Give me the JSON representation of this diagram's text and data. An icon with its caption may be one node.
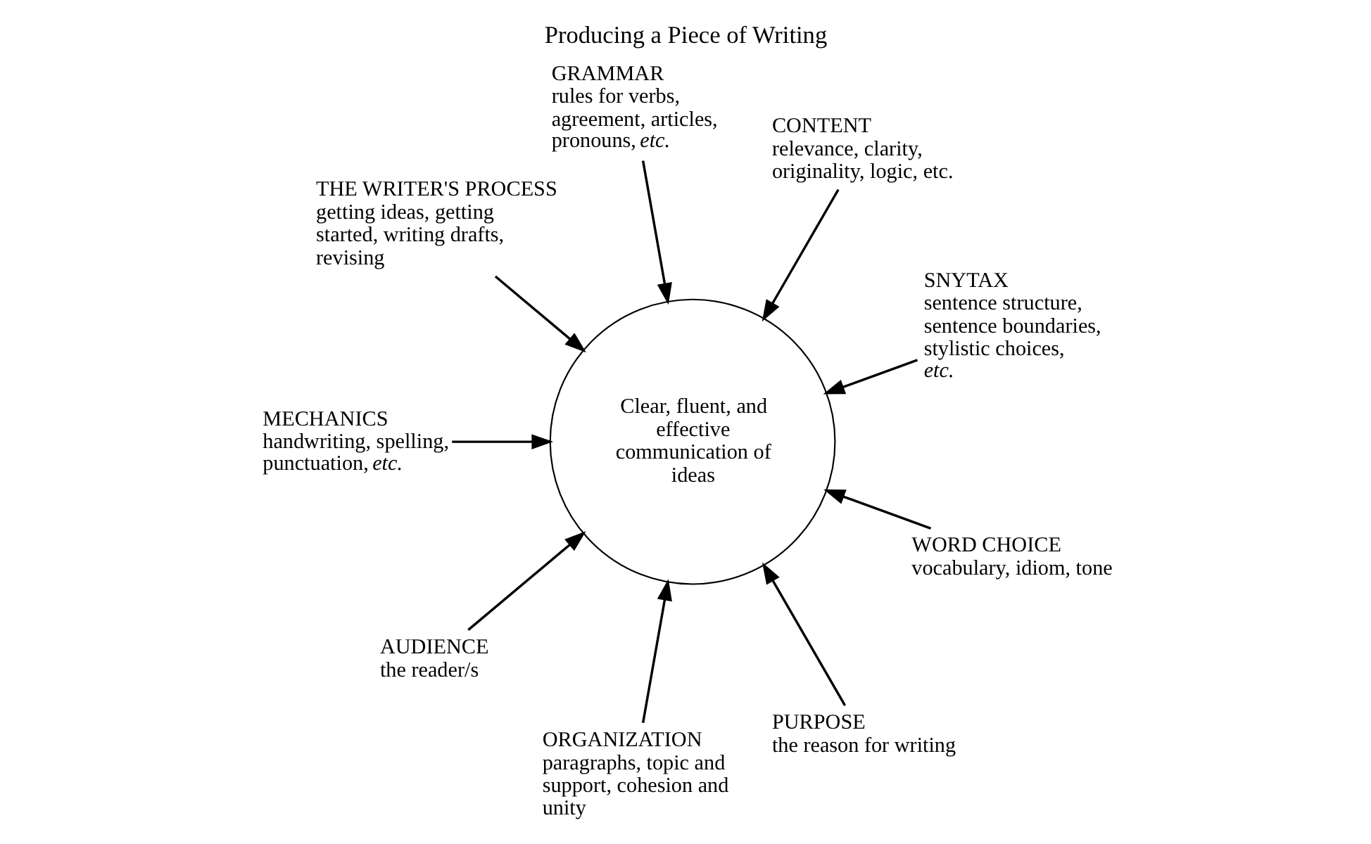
{
  "diagram": {
    "title": "Producing a Piece of Writing",
    "nodes": [
      {
        "text": [
          "Clear, fluent, and effective communication of ideas"
        ]
      },
      {
        "text": [
          "SNYTAX",
          "sentence structure, sentence boundaries, stylistic choices, *etc.*"
        ]
      },
      {
        "text": [
          "CONTENT",
          "relevance, clarity, originality, logic, etc."
        ]
      },
      {
        "text": [
          "GRAMMAR",
          "rules for verbs, agreement, articles, pronouns, *etc.*"
        ]
      },
      {
        "text": [
          "THE WRITER'S PROCESS",
          "getting ideas, getting started, writing drafts, revising"
        ]
      },
      {
        "text": [
          "MECHANICS",
          "handwriting, spelling, punctuation, *etc.*"
        ]
      },
      {
        "text": [
          "AUDIENCE",
          "the reader/s"
        ]
      },
      {
        "text": [
          "ORGANIZATION",
          "paragraphs, topic and support, cohesion and unity"
        ]
      },
      {
        "text": [
          "PURPOSE",
          "the reason for writing"
        ]
      },
      {
        "text": [
          "WORD CHOICE",
          "vocabulary, idiom, tone"
        ]
      }
    ],
    "edges": [
      {
        "from": 1,
        "to": 0,
        "arrow": "to"
      },
      {
        "from": 2,
        "to": 0,
        "arrow": "to"
      },
      {
        "from": 4,
        "to": 0,
        "arrow": "to"
      },
      {
        "from": 6,
        "to": 0,
        "arrow": "to"
      },
      {
        "from": 8,
        "to": 0,
        "arrow": "to"
      },
      {
        "from": 9,
        "to": 0,
        "arrow": "to"
      },
      {
        "from": 7,
        "to": 0,
        "arrow": "to"
      },
      {
        "from": 5,
        "to": 0,
        "arrow": "to"
      },
      {
        "from": 3,
        "to": 0,
        "arrow": "to"
      }
    ]
  }
}
